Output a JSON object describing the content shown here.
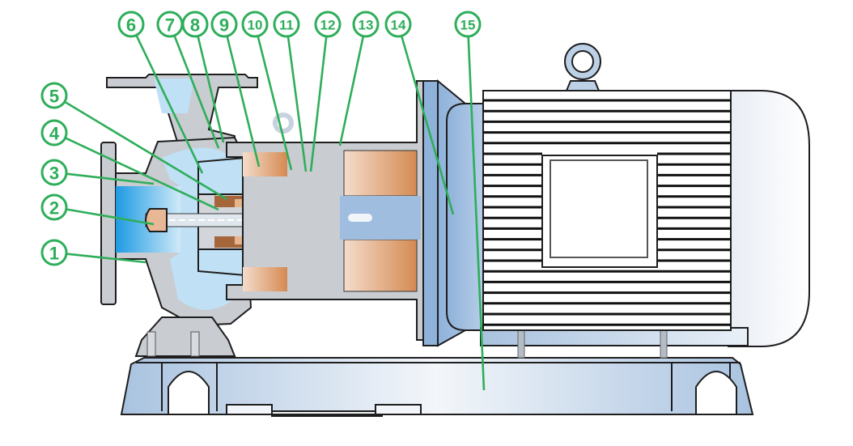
{
  "diagram": {
    "title": "Magnetic drive centrifugal pump cross-section",
    "colors": {
      "callout": "#2eae5a",
      "casing": "#c7cacf",
      "fluid_light": "#bfe0f5",
      "fluid_dark": "#2aa3e6",
      "magnet": "#d99766",
      "motor_blue": "#9fbddf",
      "base": "#c9d8ea"
    },
    "callouts": [
      {
        "id": 1,
        "label": "1"
      },
      {
        "id": 2,
        "label": "2"
      },
      {
        "id": 3,
        "label": "3"
      },
      {
        "id": 4,
        "label": "4"
      },
      {
        "id": 5,
        "label": "5"
      },
      {
        "id": 6,
        "label": "6"
      },
      {
        "id": 7,
        "label": "7"
      },
      {
        "id": 8,
        "label": "8"
      },
      {
        "id": 9,
        "label": "9"
      },
      {
        "id": 10,
        "label": "10"
      },
      {
        "id": 11,
        "label": "11"
      },
      {
        "id": 12,
        "label": "12"
      },
      {
        "id": 13,
        "label": "13"
      },
      {
        "id": 14,
        "label": "14"
      },
      {
        "id": 15,
        "label": "15"
      }
    ]
  }
}
